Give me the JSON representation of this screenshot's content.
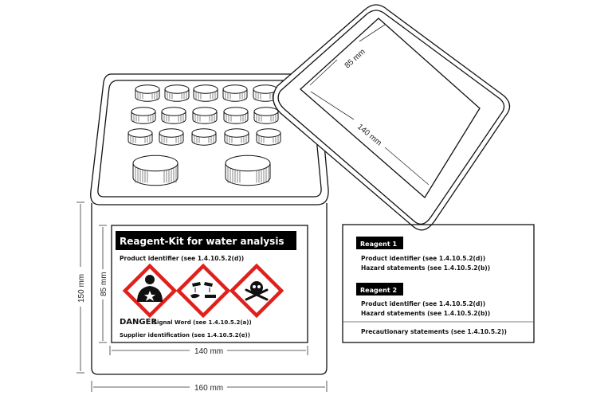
{
  "kit_label": {
    "title": "Reagent-Kit for water analysis",
    "product_identifier": "Product  identifier (see 1.4.10.5.2(d))",
    "signal_word": "DANGER",
    "signal_word_ref": "Signal Word (see 1.4.10.5.2(a))",
    "supplier": "Supplier identification (see 1.4.10.5.2(e))",
    "pictograms": [
      "health-hazard",
      "corrosion",
      "skull-and-crossbones"
    ]
  },
  "insert_label": {
    "reagents": [
      {
        "name": "Reagent 1",
        "product_identifier": "Product  identifier (see 1.4.10.5.2(d))",
        "hazard": "Hazard statements (see 1.4.10.5.2(b))"
      },
      {
        "name": "Reagent 2",
        "product_identifier": "Product  identifier (see 1.4.10.5.2(d))",
        "hazard": "Hazard statements (see 1.4.10.5.2(b))"
      }
    ],
    "precautionary": "Precautionary statements (see 1.4.10.5.2))"
  },
  "dimensions": {
    "box_height": "150 mm",
    "box_width": "160 mm",
    "label_height": "85 mm",
    "label_width": "140 mm",
    "lid_label_height": "85 mm",
    "lid_label_width": "140 mm"
  },
  "colors": {
    "ghs_red": "#e0201b",
    "black": "#000000"
  }
}
